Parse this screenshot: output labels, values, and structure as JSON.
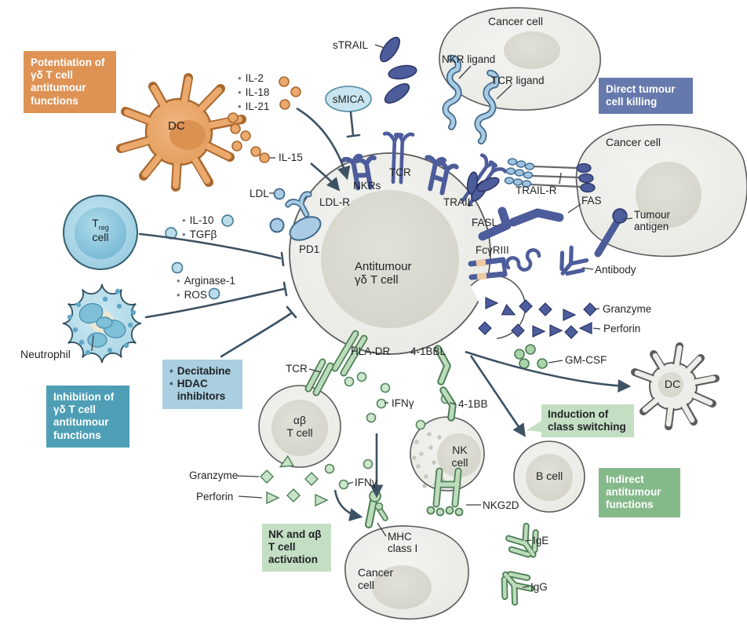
{
  "boxes": {
    "potentiation": "Potentiation of γδ T cell antitumour functions",
    "direct_killing": "Direct tumour cell killing",
    "inhibition": "Inhibition of γδ T cell antitumour functions",
    "decitabine_items": [
      "Decitabine",
      "HDAC inhibitors"
    ],
    "class_switching": "Induction of class switching",
    "indirect": "Indirect antitumour functions",
    "nk_activation": "NK and αβ T cell activation"
  },
  "cells": {
    "cancer_top": "Cancer cell",
    "cancer_right": "Cancer cell",
    "cancer_bottom_l1": "Cancer",
    "cancer_bottom_l2": "cell",
    "central_l1": "Antitumour",
    "central_l2": "γδ T cell",
    "treg_main": "T",
    "treg_sub": "reg",
    "treg_l2": "cell",
    "neutrophil": "Neutrophil",
    "dc_left": "DC",
    "dc_right": "DC",
    "ab_l1": "αβ",
    "ab_l2": "T cell",
    "nk_l1": "NK",
    "nk_l2": "cell",
    "b": "B cell"
  },
  "molecules": {
    "strail": "sTRAIL",
    "smica": "sMICA",
    "nkr_ligand": "NKR ligand",
    "tcr_ligand": "TCR ligand",
    "il2": "IL-2",
    "il18": "IL-18",
    "il21": "IL-21",
    "il15": "IL-15",
    "il10": "IL-10",
    "tgfb": "TGFβ",
    "arginase": "Arginase-1",
    "ros": "ROS",
    "ldl": "LDL",
    "ldlr": "LDL-R",
    "pd1": "PD1",
    "nkrs": "NKRs",
    "tcr": "TCR",
    "trail": "TRAIL",
    "trail_r": "TRAIL-R",
    "fas": "FAS",
    "fasl": "FASL",
    "tumour_antigen": "Tumour antigen",
    "fcgriii": "FcγRIII",
    "antibody": "Antibody",
    "granzyme": "Granzyme",
    "perforin": "Perforin",
    "gmcsf": "GM-CSF",
    "hla_dr": "HLA-DR",
    "b41bbl": "4-1BBL",
    "b41bb": "4-1BB",
    "tcr_ab": "TCR",
    "ifng": "IFNγ",
    "ifng2": "IFNγ",
    "granzyme_g": "Granzyme",
    "perforin_g": "Perforin",
    "nkg2d": "NKG2D",
    "mhc_l1": "MHC",
    "mhc_l2": "class I",
    "ige": "IgE",
    "igg": "IgG"
  },
  "colors": {
    "accent_orange": "#DE9355",
    "accent_slate": "#6679AC",
    "accent_teal": "#4E9FB5",
    "accent_lightblue": "#A9CFE1",
    "accent_green": "#84B98A",
    "accent_lightgreen": "#C4DEC4",
    "receptor_blue": "#4D5C9B",
    "receptor_lightblue": "#A9CCE4",
    "receptor_green": "#BCDCBC",
    "line": "#3D5264",
    "ink": "#1F2224"
  }
}
